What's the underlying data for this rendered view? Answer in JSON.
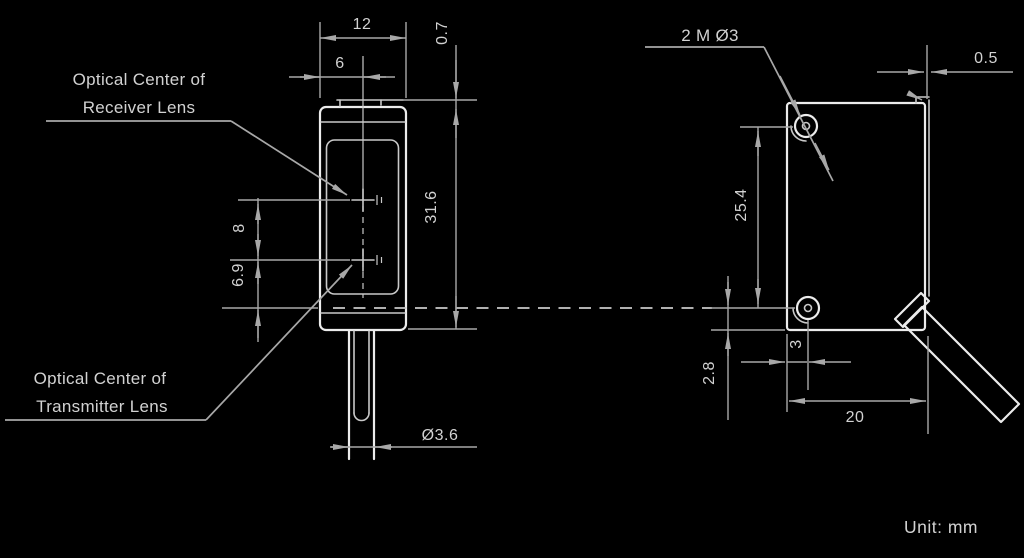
{
  "drawing": {
    "labels": {
      "receiver_line1": "Optical Center of",
      "receiver_line2": "Receiver Lens",
      "transmitter_line1": "Optical Center of",
      "transmitter_line2": "Transmitter Lens",
      "mounting_holes": "2 M Ø3",
      "unit_note": "Unit: mm"
    },
    "dimensions": {
      "front_width": "12",
      "lens_center_offset": "6",
      "top_plate_thickness": "0.7",
      "body_height": "31.6",
      "lens_center_spacing": "8",
      "transmitter_center_height": "6.9",
      "cable_diameter": "Ø3.6",
      "hole_spacing": "25.4",
      "hole_to_bottom": "2.8",
      "hole_to_face": "3",
      "body_depth": "20",
      "back_protrusion": "0.5"
    },
    "colors": {
      "background": "#000000",
      "outline": "#ececec",
      "outline2": "#c9c9c9",
      "dimension": "#a8a8a8",
      "text": "#d2d2d2"
    }
  }
}
